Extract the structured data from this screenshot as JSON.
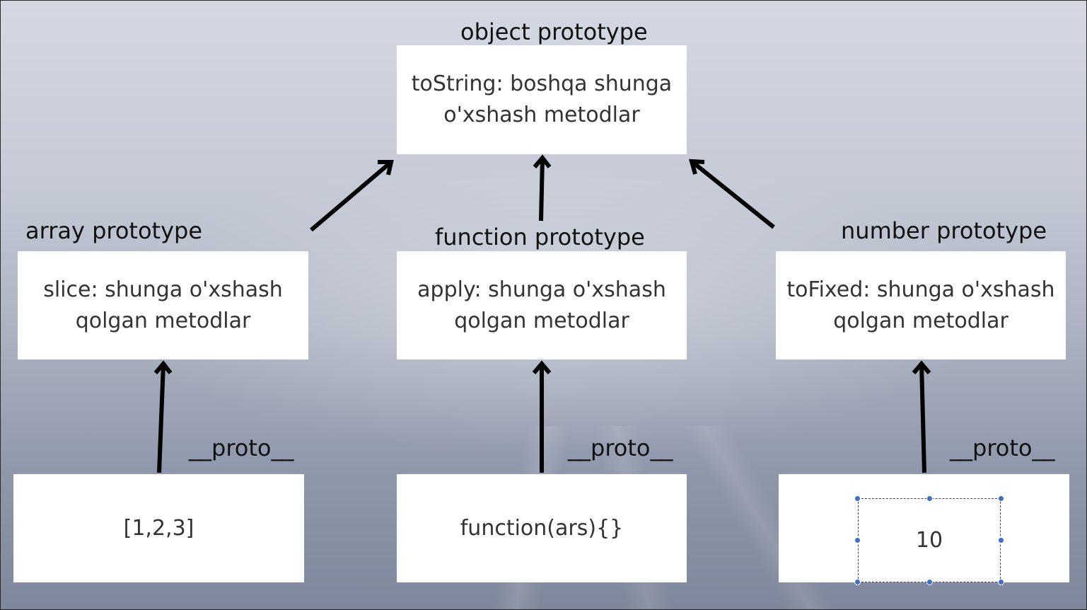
{
  "object_box": {
    "title": "object prototype",
    "line1": "toString: boshqa shunga",
    "line2": "o'xshash metodlar"
  },
  "array_box": {
    "title": "array prototype",
    "line1": "slice: shunga o'xshash",
    "line2": "qolgan metodlar"
  },
  "function_box": {
    "title": "function prototype",
    "line1": "apply: shunga o'xshash",
    "line2": "qolgan metodlar"
  },
  "number_box": {
    "title": "number prototype",
    "line1": "toFixed: shunga o'xshash",
    "line2": "qolgan metodlar"
  },
  "instances": {
    "array": "[1,2,3]",
    "function": "function(ars){}",
    "number": "10"
  },
  "proto_label": "__proto__",
  "colors": {
    "arrow": "#000000",
    "box": "#ffffff",
    "selection_handle": "#3f6fc4"
  }
}
